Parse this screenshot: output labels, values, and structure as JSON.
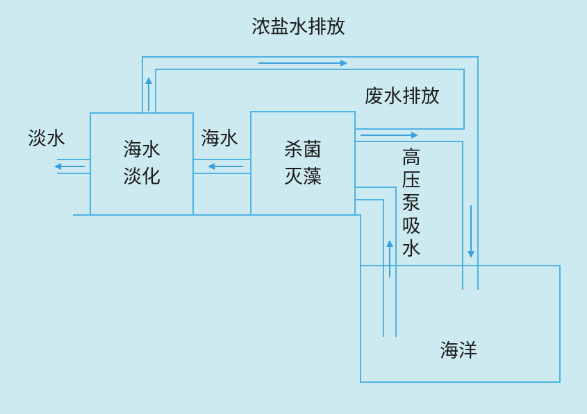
{
  "labels": {
    "brine_discharge": "浓盐水排放",
    "wastewater_discharge": "废水排放",
    "fresh_water": "淡水",
    "seawater": "海水",
    "high_pressure_pump": "高压泵吸水"
  },
  "boxes": {
    "desalination": [
      "海水",
      "淡化"
    ],
    "sterilization": [
      "杀菌",
      "灭藻"
    ],
    "ocean": "海洋"
  },
  "colors": {
    "background": "#cdeaf0",
    "stroke": "#4fb2e3",
    "arrow": "#3aa0de",
    "text": "#1a1a1a"
  }
}
